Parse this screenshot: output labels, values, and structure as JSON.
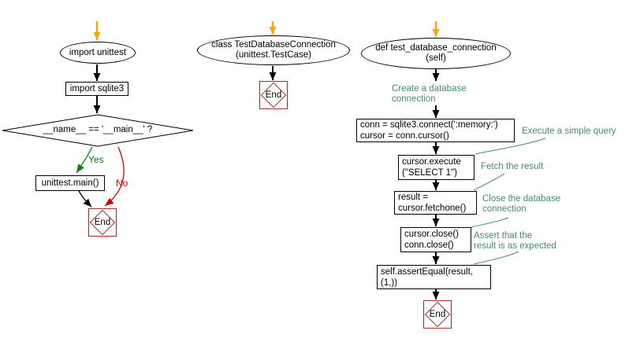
{
  "flow1": {
    "import_unittest": "import unittest",
    "import_sqlite3": "import sqlite3",
    "decision": "__name__ == '__main__' ?",
    "yes": "Yes",
    "no": "No",
    "unittest_main": "unittest.main()",
    "end": "End"
  },
  "flow2": {
    "class_line1": "class TestDatabaseConnection",
    "class_line2": "(unittest.TestCase)",
    "end": "End"
  },
  "flow3": {
    "def_line1": "def test_database_connection",
    "def_line2": "(self)",
    "ann_create_line1": "Create a database",
    "ann_create_line2": "connection",
    "code_connect_line1": "conn = sqlite3.connect(':memory:')",
    "code_connect_line2": "cursor = conn.cursor()",
    "ann_execute": "Execute a simple query",
    "code_execute_line1": "cursor.execute",
    "code_execute_line2": "(\"SELECT 1\")",
    "ann_fetch": "Fetch the result",
    "code_fetch_line1": "result =",
    "code_fetch_line2": "cursor.fetchone()",
    "ann_close_line1": "Close the database",
    "ann_close_line2": "connection",
    "code_close_line1": "cursor.close()",
    "code_close_line2": "conn.close()",
    "ann_assert_line1": "Assert that the",
    "ann_assert_line2": "result is as expected",
    "code_assert_line1": "self.assertEqual(result,",
    "code_assert_line2": "(1,))",
    "end": "End"
  },
  "colors": {
    "start_arrow": "#ffa500",
    "edge": "#000000",
    "yes_edge": "#0e7c0e",
    "no_edge": "#cc0000",
    "annotation": "#458b74",
    "terminator_border": "#a52a2a",
    "background": "#ffffff"
  }
}
